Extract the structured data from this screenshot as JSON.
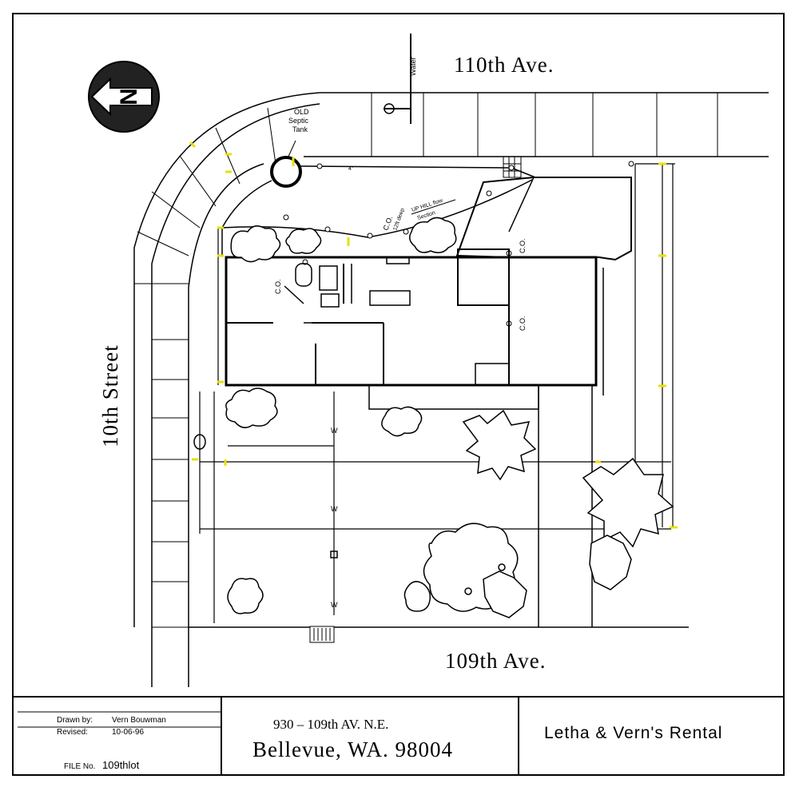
{
  "streets": {
    "north": "110th Ave.",
    "south": "109th Ave.",
    "west": "10th Street"
  },
  "compass": {
    "letter": "N",
    "icon": "north-arrow-icon"
  },
  "annotations": {
    "water": "Water",
    "septic_1": "OLD",
    "septic_2": "Septic",
    "septic_3": "Tank",
    "uphill_1": "UP HILL flow",
    "uphill_2": "Section",
    "co_label": "C.O.",
    "co_deep": "12ft deep",
    "pipe_label": "4\"",
    "tree_label": "W"
  },
  "title_block": {
    "drawn_by_label": "Drawn by:",
    "drawn_by_value": "Vern Bouwman",
    "revised_label": "Revised:",
    "revised_value": "10-06-96",
    "file_label": "FILE No.",
    "file_value": "109thlot",
    "address_line1": "930 – 109th AV. N.E.",
    "address_line2": "Bellevue, WA. 98004",
    "project_title": "Letha & Vern's Rental"
  },
  "colors": {
    "ink": "#000000",
    "dimension": "#e8e000",
    "paper": "#ffffff"
  }
}
